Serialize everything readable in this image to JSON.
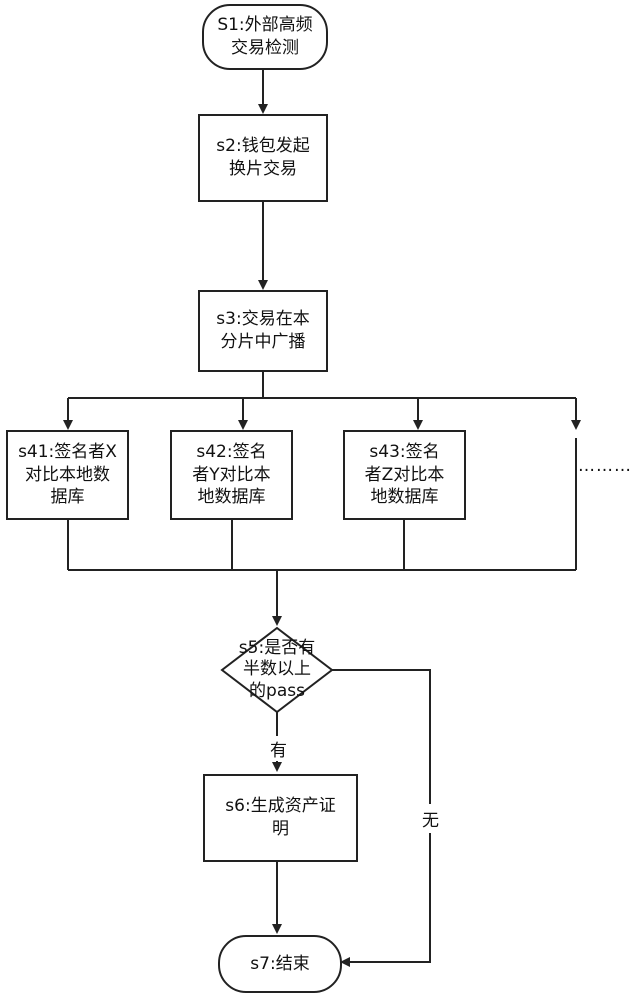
{
  "nodes": {
    "s1": "S1:外部高频\n交易检测",
    "s2": "s2:钱包发起\n换片交易",
    "s3": "s3:交易在本\n分片中广播",
    "s41": "s41:签名者X\n对比本地数\n据库",
    "s42": "s42:签名\n者Y对比本\n地数据库",
    "s43": "s43:签名\n者Z对比本\n地数据库",
    "more": "………",
    "s5": "s5:是否有\n半数以上\n的pass",
    "s6": "s6:生成资产证\n明",
    "s7": "s7:结束"
  },
  "edges": {
    "yes": "有",
    "no": "无"
  }
}
